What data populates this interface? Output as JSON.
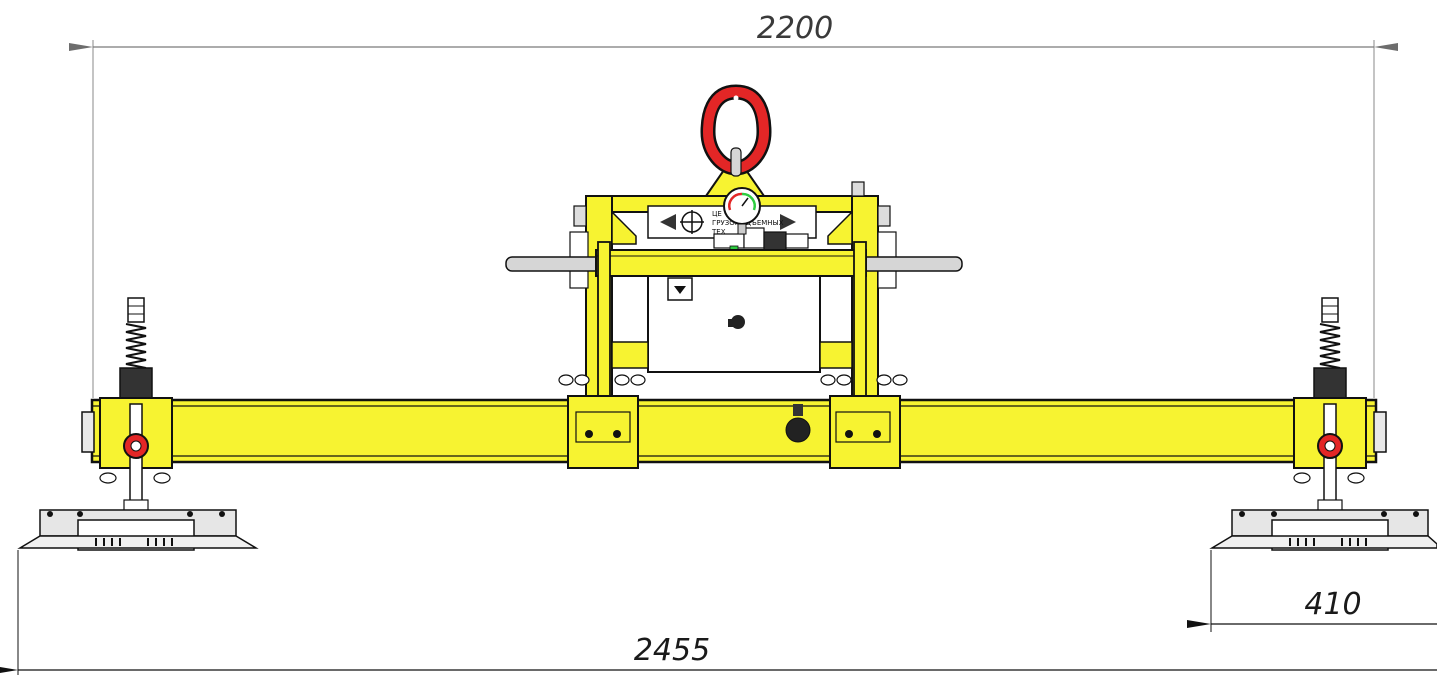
{
  "dimensions": {
    "top_span": "2200",
    "overall_length": "2455",
    "pad_width": "410"
  },
  "logo_plate": {
    "lines": [
      "ЦЕ",
      "ГРУЗОПОДЪЕМНЫХ",
      "ТЕХ"
    ]
  },
  "colors": {
    "frame_yellow": "#f7f331",
    "hook_red": "#e32626",
    "outline": "#111111",
    "dimension_line": "#7a7a7a",
    "pad_gray": "#e6e6e6"
  }
}
